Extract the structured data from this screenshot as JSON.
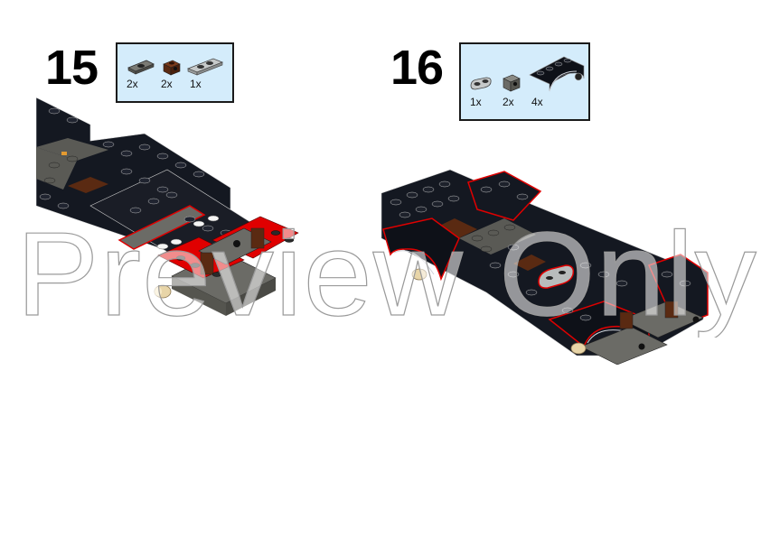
{
  "steps": [
    {
      "number": "15",
      "parts": [
        {
          "icon": "dark-gray-plate-1x2-jumper-icon",
          "qty": "2x",
          "color": "#6b6b66"
        },
        {
          "icon": "brown-bracket-1x1-icon",
          "qty": "2x",
          "color": "#5a2a12"
        },
        {
          "icon": "light-gray-plate-1x3-icon",
          "qty": "1x",
          "color": "#b8bcbc"
        }
      ]
    },
    {
      "number": "16",
      "parts": [
        {
          "icon": "light-gray-plate-1x2-rounded-icon",
          "qty": "1x",
          "color": "#b8bcbc"
        },
        {
          "icon": "dark-gray-bracket-1x1-icon",
          "qty": "2x",
          "color": "#6b6b66"
        },
        {
          "icon": "black-wheel-arch-mudguard-icon",
          "qty": "4x",
          "color": "#141821"
        }
      ]
    }
  ],
  "watermark": {
    "text": "Preview Only"
  },
  "colors": {
    "callout_bg": "#d4ecfb",
    "black_brick": "#141821",
    "dark_gray": "#6b6b66",
    "red_highlight": "#e00000",
    "brown": "#5a2a12",
    "tan": "#e8d5a8"
  }
}
